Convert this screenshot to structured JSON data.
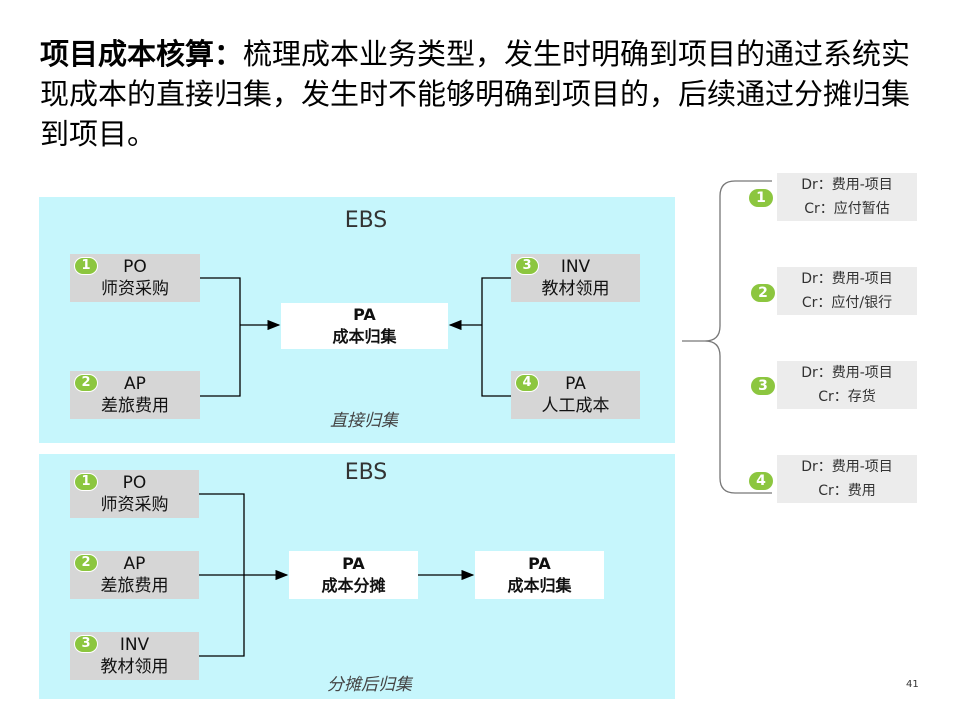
{
  "title": {
    "bold": "项目成本核算：",
    "text": "梳理成本业务类型，发生时明确到项目的通过系统实现成本的直接归集，发生时不能够明确到项目的，后续通过分摊归集到项目。"
  },
  "top_panel": {
    "label": "EBS",
    "caption": "直接归集",
    "left_boxes": [
      {
        "badge": "1",
        "line1": "PO",
        "line2": "师资采购"
      },
      {
        "badge": "2",
        "line1": "AP",
        "line2": "差旅费用"
      }
    ],
    "right_boxes": [
      {
        "badge": "3",
        "line1": "INV",
        "line2": "教材领用"
      },
      {
        "badge": "4",
        "line1": "PA",
        "line2": "人工成本"
      }
    ],
    "center": {
      "line1": "PA",
      "line2": "成本归集"
    }
  },
  "bottom_panel": {
    "label": "EBS",
    "caption": "分摊后归集",
    "left_boxes": [
      {
        "badge": "1",
        "line1": "PO",
        "line2": "师资采购"
      },
      {
        "badge": "2",
        "line1": "AP",
        "line2": "差旅费用"
      },
      {
        "badge": "3",
        "line1": "INV",
        "line2": "教材领用"
      }
    ],
    "alloc": {
      "line1": "PA",
      "line2": "成本分摊"
    },
    "collect": {
      "line1": "PA",
      "line2": "成本归集"
    }
  },
  "entries": [
    {
      "badge": "1",
      "dr": "Dr：费用-项目",
      "cr": "Cr：应付暂估"
    },
    {
      "badge": "2",
      "dr": "Dr：费用-项目",
      "cr": "Cr：应付/银行"
    },
    {
      "badge": "3",
      "dr": "Dr：费用-项目",
      "cr": "Cr：存货"
    },
    {
      "badge": "4",
      "dr": "Dr：费用-项目",
      "cr": "Cr：费用"
    }
  ],
  "page_number": "41",
  "colors": {
    "panel": "#c6f6fc",
    "badge": "#8cc63f",
    "box": "#d6d6d6"
  }
}
